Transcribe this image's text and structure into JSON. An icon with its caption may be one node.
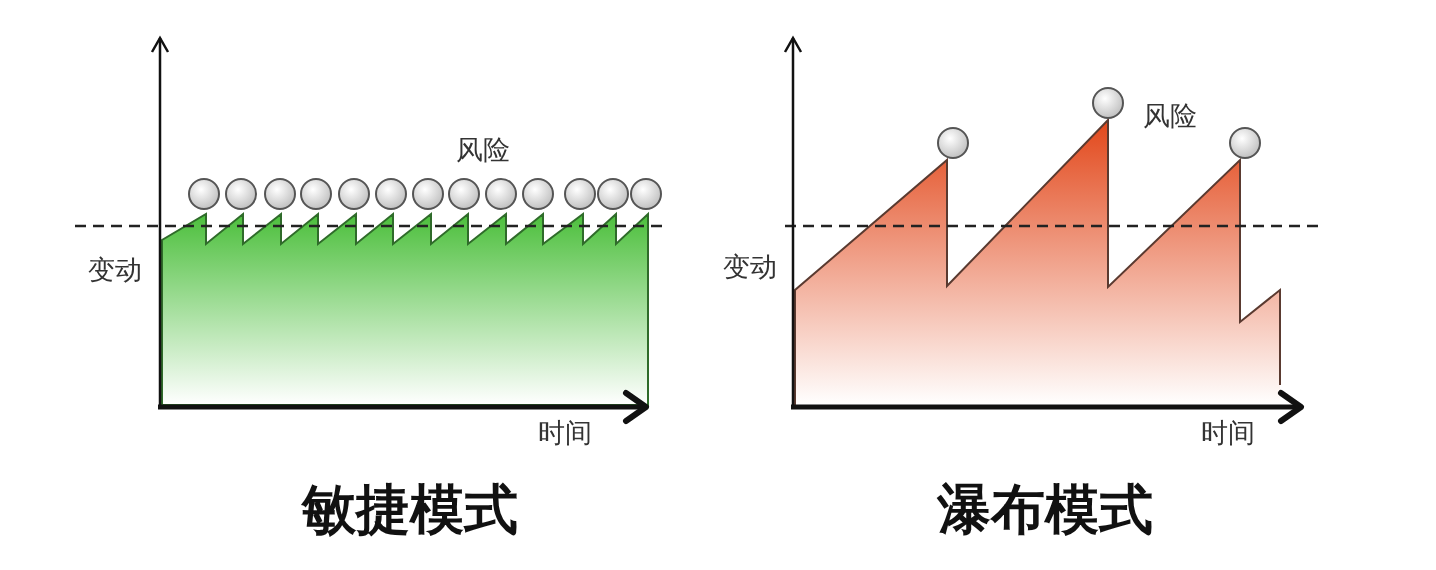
{
  "diagram": {
    "labels": [
      "风险",
      "变动",
      "时间",
      "敏捷模式",
      "风险",
      "变动",
      "时间",
      "瀑布模式"
    ]
  }
}
